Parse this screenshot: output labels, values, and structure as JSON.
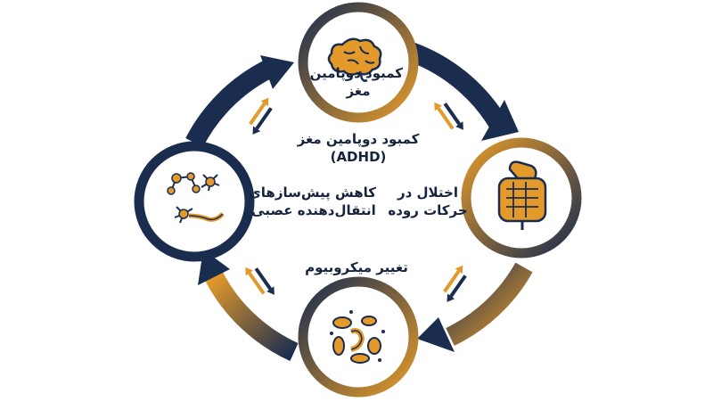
{
  "colors": {
    "navy": "#1b2d4f",
    "orange": "#e39a2b",
    "light": "#fbe2b5",
    "dark_outline": "#15233f"
  },
  "nodes": {
    "top": {
      "label_line1": "کمبود دوپامین",
      "label_line2": "مغز",
      "icon": "brain-icon"
    },
    "right": {
      "label_line1": "اختلال در",
      "label_line2": "حرکات روده",
      "icon": "intestine-icon"
    },
    "bottom": {
      "icon": "bacteria-icon"
    },
    "left": {
      "icon": "neurons-icon"
    }
  },
  "labels": {
    "center_top_line1": "کمبود دوپامین مغز",
    "center_top_line2": "(ADHD)",
    "left_line1": "کاهش پیش‌سازهای",
    "left_line2": "انتقال‌دهنده عصبی",
    "bottom": "تغییر میکروبیوم"
  }
}
